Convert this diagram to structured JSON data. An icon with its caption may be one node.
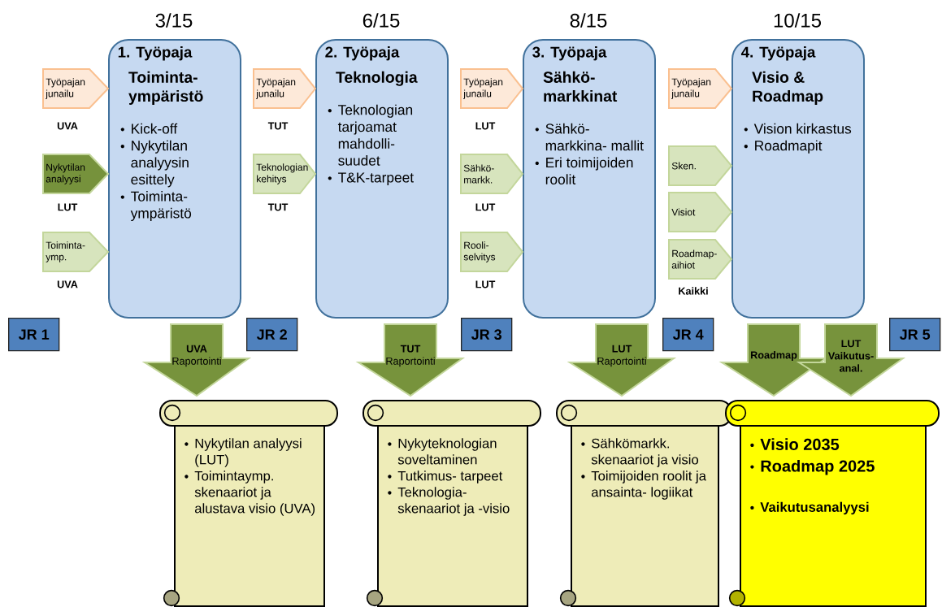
{
  "diagram": {
    "nodes": [
      {
        "text": [
          "1. Työpaja",
          "Toiminta- ympäristö",
          "Kick-off",
          "Nykytilan analyysin esittely",
          "Toiminta- ympäristö"
        ],
        "beside": [
          "3/15"
        ]
      },
      {
        "text": [
          "2. Työpaja",
          "Teknologia",
          "Teknologian tarjoamat mahdolli- suudet",
          "T&K-tarpeet"
        ],
        "beside": [
          "6/15"
        ]
      },
      {
        "text": [
          "3. Työpaja",
          "Sähkö- markkinat",
          "Sähkö- markkina- mallit",
          "Eri toimijoiden roolit"
        ],
        "beside": [
          "8/15"
        ]
      },
      {
        "text": [
          "4. Työpaja",
          "Visio & Roadmap",
          "Vision kirkastus",
          "Roadmapit"
        ],
        "beside": [
          "10/15"
        ]
      },
      {
        "text": [
          "JR 1"
        ]
      },
      {
        "text": [
          "JR 2"
        ]
      },
      {
        "text": [
          "JR 3"
        ]
      },
      {
        "text": [
          "JR 4"
        ]
      },
      {
        "text": [
          "JR 5"
        ]
      },
      {
        "text": [
          "Nykytilan analyysi (LUT)",
          "Toimintaymp. skenaariot ja alustava visio (UVA)"
        ]
      },
      {
        "text": [
          "Nykyteknologian soveltaminen",
          "Tutkimus- tarpeet",
          "Teknologia- skenaariot ja -visio"
        ]
      },
      {
        "text": [
          "Sähkömarkk. skenaariot ja visio",
          "Toimijoiden roolit ja ansainta- logiikat"
        ]
      },
      {
        "text": [
          "Visio 2035",
          "Roadmap 2025",
          "Vaikutusanalyysi"
        ]
      }
    ],
    "edges": [
      {
        "from": null,
        "to": 0,
        "arrow": "to",
        "label": "Työpajan junailu",
        "color": "#fde9d9"
      },
      {
        "from": null,
        "to": 0,
        "arrow": "to",
        "label": "Nykytilan analyysi",
        "color": "#76923c"
      },
      {
        "from": null,
        "to": 0,
        "arrow": "to",
        "label": "Toiminta- ymp."
      },
      {
        "from": null,
        "to": 1,
        "arrow": "to",
        "label": "Työpajan junailu",
        "color": "#fde9d9"
      },
      {
        "from": null,
        "to": 1,
        "arrow": "to",
        "label": "Teknologian kehitys"
      },
      {
        "from": null,
        "to": 2,
        "arrow": "to",
        "label": "Työpajan junailu",
        "color": "#fde9d9"
      },
      {
        "from": null,
        "to": 2,
        "arrow": "to",
        "label": "Sähkö- markk."
      },
      {
        "from": null,
        "to": 2,
        "arrow": "to",
        "label": "Rooli- selvitys"
      },
      {
        "from": null,
        "to": 3,
        "arrow": "to",
        "label": "Työpajan junailu",
        "color": "#fde9d9"
      },
      {
        "from": null,
        "to": 3,
        "arrow": "to",
        "label": "Sken."
      },
      {
        "from": null,
        "to": 3,
        "arrow": "to",
        "label": "Visiot"
      },
      {
        "from": null,
        "to": 3,
        "arrow": "to",
        "label": "Roadmap- aihiot"
      },
      {
        "from": 0,
        "to": 9,
        "arrow": "to",
        "label": "**UVA** Raportointi",
        "color": "#77933c"
      },
      {
        "from": 1,
        "to": 10,
        "arrow": "to",
        "label": "**TUT** Raportointi",
        "color": "#77933c"
      },
      {
        "from": 2,
        "to": 11,
        "arrow": "to",
        "label": "**LUT** Raportointi",
        "color": "#77933c"
      },
      {
        "from": 3,
        "to": 12,
        "arrow": "to",
        "label": "Roadmap",
        "color": "#77933c"
      },
      {
        "from": 3,
        "to": 12,
        "arrow": "to",
        "label": "LUT Vaikutus- anal.",
        "color": "#77933c"
      }
    ],
    "labels": [
      "UVA",
      "TUT",
      "LUT",
      "LUT",
      "TUT",
      "LUT",
      "UVA",
      "LUT",
      "Kaikki"
    ]
  }
}
